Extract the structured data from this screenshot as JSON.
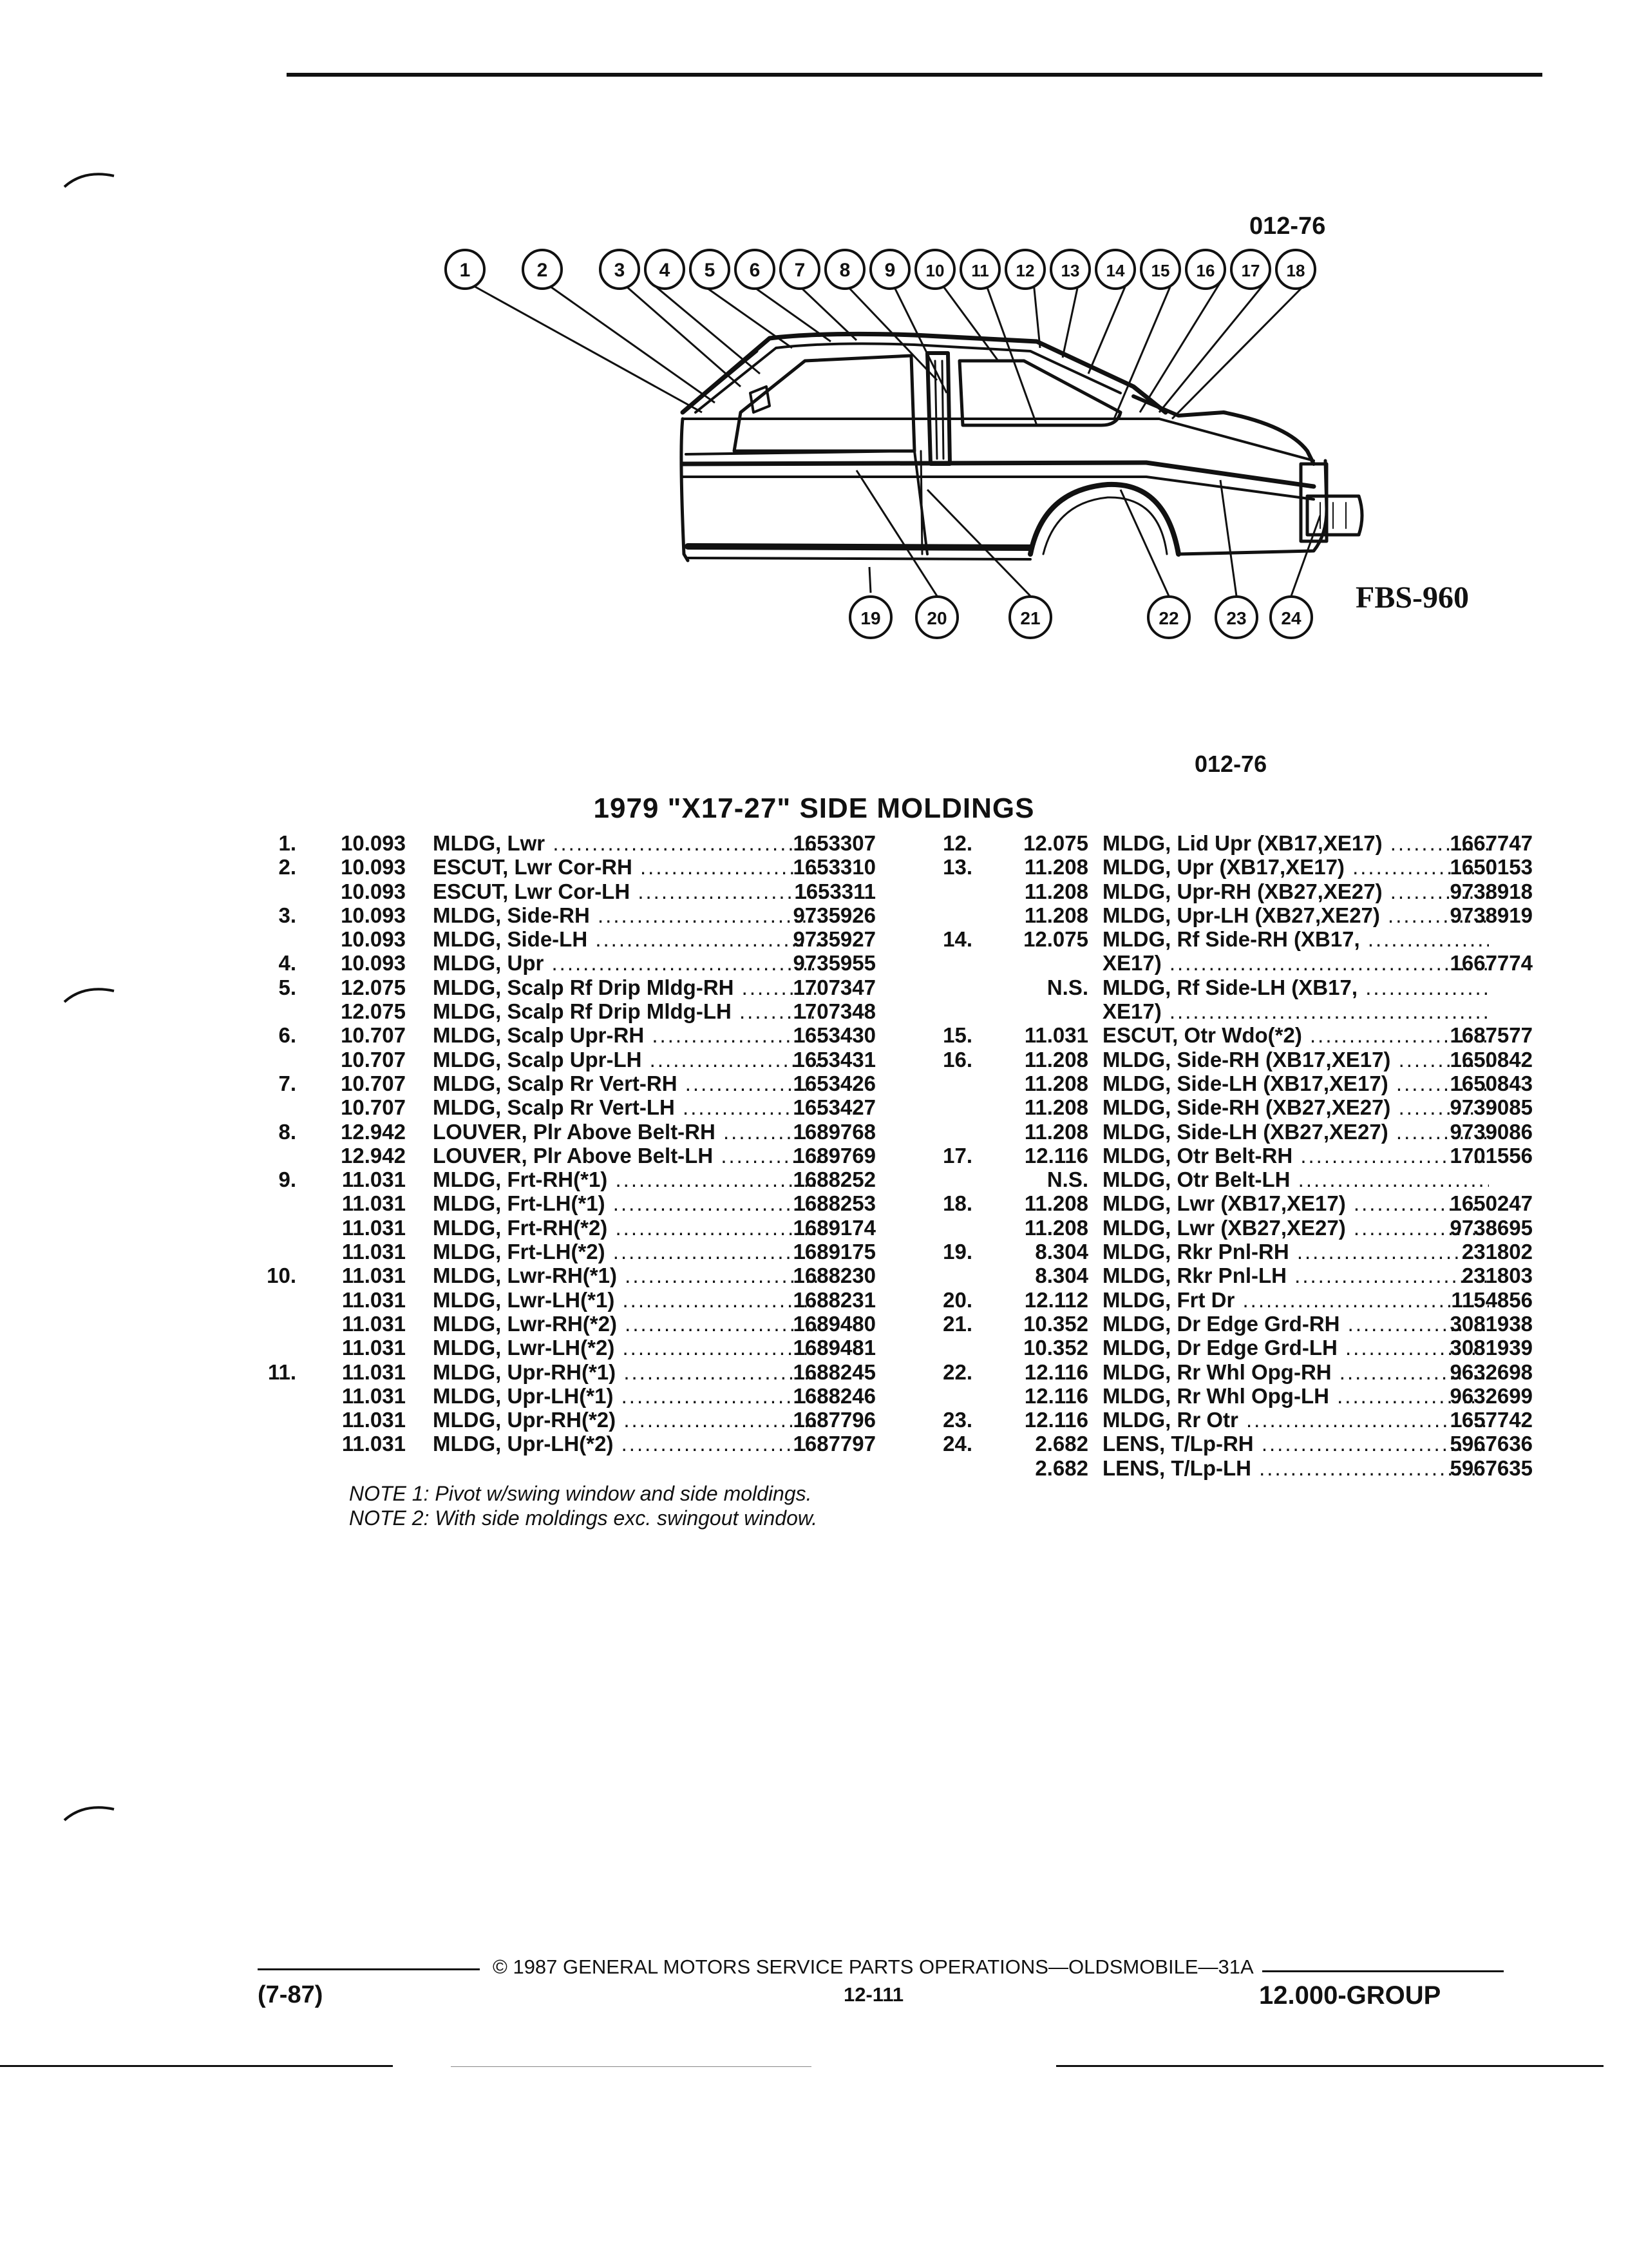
{
  "header": {
    "code_top": "012-76",
    "fbs": "FBS-960",
    "code_mid": "012-76"
  },
  "diagram": {
    "callouts_top": [
      "1",
      "2",
      "3",
      "4",
      "5",
      "6",
      "7",
      "8",
      "9",
      "10",
      "11",
      "12",
      "13",
      "14",
      "15",
      "16",
      "17",
      "18"
    ],
    "callouts_bottom": [
      "19",
      "20",
      "21",
      "22",
      "23",
      "24"
    ]
  },
  "title": "1979 \"X17-27\" SIDE MOLDINGS",
  "left_column": [
    {
      "no": "1.",
      "grp": "10.093",
      "desc": "MLDG, Lwr",
      "part": "1653307"
    },
    {
      "no": "2.",
      "grp": "10.093",
      "desc": "ESCUT, Lwr Cor-RH",
      "part": "1653310"
    },
    {
      "no": "",
      "grp": "10.093",
      "desc": "ESCUT, Lwr Cor-LH",
      "part": "1653311"
    },
    {
      "no": "3.",
      "grp": "10.093",
      "desc": "MLDG, Side-RH",
      "part": "9735926"
    },
    {
      "no": "",
      "grp": "10.093",
      "desc": "MLDG, Side-LH",
      "part": "9735927"
    },
    {
      "no": "4.",
      "grp": "10.093",
      "desc": "MLDG, Upr",
      "part": "9735955"
    },
    {
      "no": "5.",
      "grp": "12.075",
      "desc": "MLDG, Scalp Rf Drip Mldg-RH",
      "part": "1707347"
    },
    {
      "no": "",
      "grp": "12.075",
      "desc": "MLDG, Scalp Rf Drip Mldg-LH",
      "part": "1707348"
    },
    {
      "no": "6.",
      "grp": "10.707",
      "desc": "MLDG, Scalp Upr-RH",
      "part": "1653430"
    },
    {
      "no": "",
      "grp": "10.707",
      "desc": "MLDG, Scalp Upr-LH",
      "part": "1653431"
    },
    {
      "no": "7.",
      "grp": "10.707",
      "desc": "MLDG, Scalp Rr Vert-RH",
      "part": "1653426"
    },
    {
      "no": "",
      "grp": "10.707",
      "desc": "MLDG, Scalp Rr Vert-LH",
      "part": "1653427"
    },
    {
      "no": "8.",
      "grp": "12.942",
      "desc": "LOUVER, Plr Above Belt-RH",
      "part": "1689768"
    },
    {
      "no": "",
      "grp": "12.942",
      "desc": "LOUVER, Plr Above Belt-LH",
      "part": "1689769"
    },
    {
      "no": "9.",
      "grp": "11.031",
      "desc": "MLDG, Frt-RH(*1)",
      "part": "1688252"
    },
    {
      "no": "",
      "grp": "11.031",
      "desc": "MLDG, Frt-LH(*1)",
      "part": "1688253"
    },
    {
      "no": "",
      "grp": "11.031",
      "desc": "MLDG, Frt-RH(*2)",
      "part": "1689174"
    },
    {
      "no": "",
      "grp": "11.031",
      "desc": "MLDG, Frt-LH(*2)",
      "part": "1689175"
    },
    {
      "no": "10.",
      "grp": "11.031",
      "desc": "MLDG, Lwr-RH(*1)",
      "part": "1688230"
    },
    {
      "no": "",
      "grp": "11.031",
      "desc": "MLDG, Lwr-LH(*1)",
      "part": "1688231"
    },
    {
      "no": "",
      "grp": "11.031",
      "desc": "MLDG, Lwr-RH(*2)",
      "part": "1689480"
    },
    {
      "no": "",
      "grp": "11.031",
      "desc": "MLDG, Lwr-LH(*2)",
      "part": "1689481"
    },
    {
      "no": "11.",
      "grp": "11.031",
      "desc": "MLDG, Upr-RH(*1)",
      "part": "1688245"
    },
    {
      "no": "",
      "grp": "11.031",
      "desc": "MLDG, Upr-LH(*1)",
      "part": "1688246"
    },
    {
      "no": "",
      "grp": "11.031",
      "desc": "MLDG, Upr-RH(*2)",
      "part": "1687796"
    },
    {
      "no": "",
      "grp": "11.031",
      "desc": "MLDG, Upr-LH(*2)",
      "part": "1687797"
    }
  ],
  "right_column": [
    {
      "no": "12.",
      "grp": "12.075",
      "desc": "MLDG, Lid Upr (XB17,XE17)",
      "part": "1667747"
    },
    {
      "no": "13.",
      "grp": "11.208",
      "desc": "MLDG, Upr (XB17,XE17)",
      "part": "1650153"
    },
    {
      "no": "",
      "grp": "11.208",
      "desc": "MLDG, Upr-RH (XB27,XE27)",
      "part": "9738918"
    },
    {
      "no": "",
      "grp": "11.208",
      "desc": "MLDG, Upr-LH (XB27,XE27)",
      "part": "9738919"
    },
    {
      "no": "14.",
      "grp": "12.075",
      "desc": "MLDG, Rf Side-RH (XB17,",
      "part": ""
    },
    {
      "no": "",
      "grp": "",
      "desc": "XE17)",
      "part": "1667774"
    },
    {
      "no": "",
      "grp": "N.S.",
      "desc": "MLDG, Rf Side-LH (XB17,",
      "part": ""
    },
    {
      "no": "",
      "grp": "",
      "desc": "XE17)",
      "part": ""
    },
    {
      "no": "15.",
      "grp": "11.031",
      "desc": "ESCUT, Otr Wdo(*2)",
      "part": "1687577"
    },
    {
      "no": "16.",
      "grp": "11.208",
      "desc": "MLDG, Side-RH (XB17,XE17)",
      "part": "1650842"
    },
    {
      "no": "",
      "grp": "11.208",
      "desc": "MLDG, Side-LH (XB17,XE17)",
      "part": "1650843"
    },
    {
      "no": "",
      "grp": "11.208",
      "desc": "MLDG, Side-RH (XB27,XE27)",
      "part": "9739085"
    },
    {
      "no": "",
      "grp": "11.208",
      "desc": "MLDG, Side-LH (XB27,XE27)",
      "part": "9739086"
    },
    {
      "no": "17.",
      "grp": "12.116",
      "desc": "MLDG, Otr Belt-RH",
      "part": "1701556"
    },
    {
      "no": "",
      "grp": "N.S.",
      "desc": "MLDG, Otr Belt-LH",
      "part": ""
    },
    {
      "no": "18.",
      "grp": "11.208",
      "desc": "MLDG, Lwr (XB17,XE17)",
      "part": "1650247"
    },
    {
      "no": "",
      "grp": "11.208",
      "desc": "MLDG, Lwr (XB27,XE27)",
      "part": "9738695"
    },
    {
      "no": "19.",
      "grp": "8.304",
      "desc": "MLDG, Rkr Pnl-RH",
      "part": "231802"
    },
    {
      "no": "",
      "grp": "8.304",
      "desc": "MLDG, Rkr Pnl-LH",
      "part": "231803"
    },
    {
      "no": "20.",
      "grp": "12.112",
      "desc": "MLDG, Frt Dr",
      "part": "1154856"
    },
    {
      "no": "21.",
      "grp": "10.352",
      "desc": "MLDG, Dr Edge Grd-RH",
      "part": "3081938"
    },
    {
      "no": "",
      "grp": "10.352",
      "desc": "MLDG, Dr Edge Grd-LH",
      "part": "3081939"
    },
    {
      "no": "22.",
      "grp": "12.116",
      "desc": "MLDG, Rr Whl Opg-RH",
      "part": "9632698"
    },
    {
      "no": "",
      "grp": "12.116",
      "desc": "MLDG, Rr Whl Opg-LH",
      "part": "9632699"
    },
    {
      "no": "23.",
      "grp": "12.116",
      "desc": "MLDG, Rr Otr",
      "part": "1657742"
    },
    {
      "no": "24.",
      "grp": "2.682",
      "desc": "LENS, T/Lp-RH",
      "part": "5967636"
    },
    {
      "no": "",
      "grp": "2.682",
      "desc": "LENS, T/Lp-LH",
      "part": "5967635"
    }
  ],
  "notes": [
    "NOTE 1: Pivot w/swing window and side moldings.",
    "NOTE 2: With side moldings exc. swingout window."
  ],
  "footer": {
    "copyright": "© 1987 GENERAL MOTORS SERVICE PARTS OPERATIONS—OLDSMOBILE—31A",
    "date": "(7-87)",
    "page": "12-111",
    "group": "12.000-GROUP"
  }
}
